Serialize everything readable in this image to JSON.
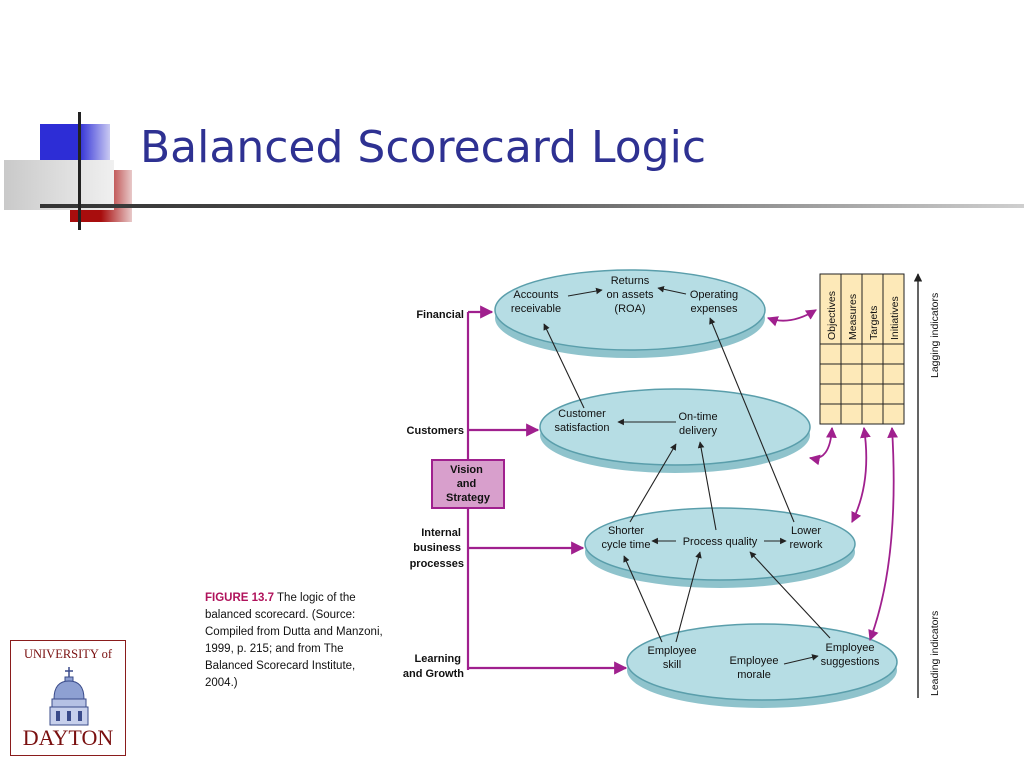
{
  "slide": {
    "title": "Balanced Scorecard Logic"
  },
  "diagram": {
    "perspectives": [
      "Financial",
      "Customers",
      "Internal business processes",
      "Learning and Growth"
    ],
    "center_box": "Vision and Strategy",
    "nodes": {
      "financial": [
        "Accounts receivable",
        "Returns on assets (ROA)",
        "Operating expenses"
      ],
      "customers": [
        "Customer satisfaction",
        "On-time delivery"
      ],
      "internal": [
        "Shorter cycle time",
        "Process quality",
        "Lower rework"
      ],
      "learning": [
        "Employee skill",
        "Employee morale",
        "Employee suggestions"
      ]
    },
    "table_headers": [
      "Objectives",
      "Measures",
      "Targets",
      "Initiatives"
    ],
    "axis_labels": {
      "lagging": "Lagging indicators",
      "leading": "Leading indicators"
    }
  },
  "caption": {
    "figure_label": "FIGURE 13.7",
    "text": "The logic of the balanced scorecard. (Source: Compiled from Dutta and Manzoni, 1999, p. 215; and from The Balanced Scorecard Institute, 2004.)"
  },
  "logo": {
    "top_text": "UNIVERSITY of",
    "bottom_text": "DAYTON"
  },
  "colors": {
    "title": "#2e3192",
    "accent_blue": "#2d2dd6",
    "accent_red": "#a80d0d",
    "ellipse_fill": "#b6dde4",
    "ellipse_edge": "#5a9eab",
    "connector": "#a0208e",
    "table_fill": "#fde9b8"
  }
}
